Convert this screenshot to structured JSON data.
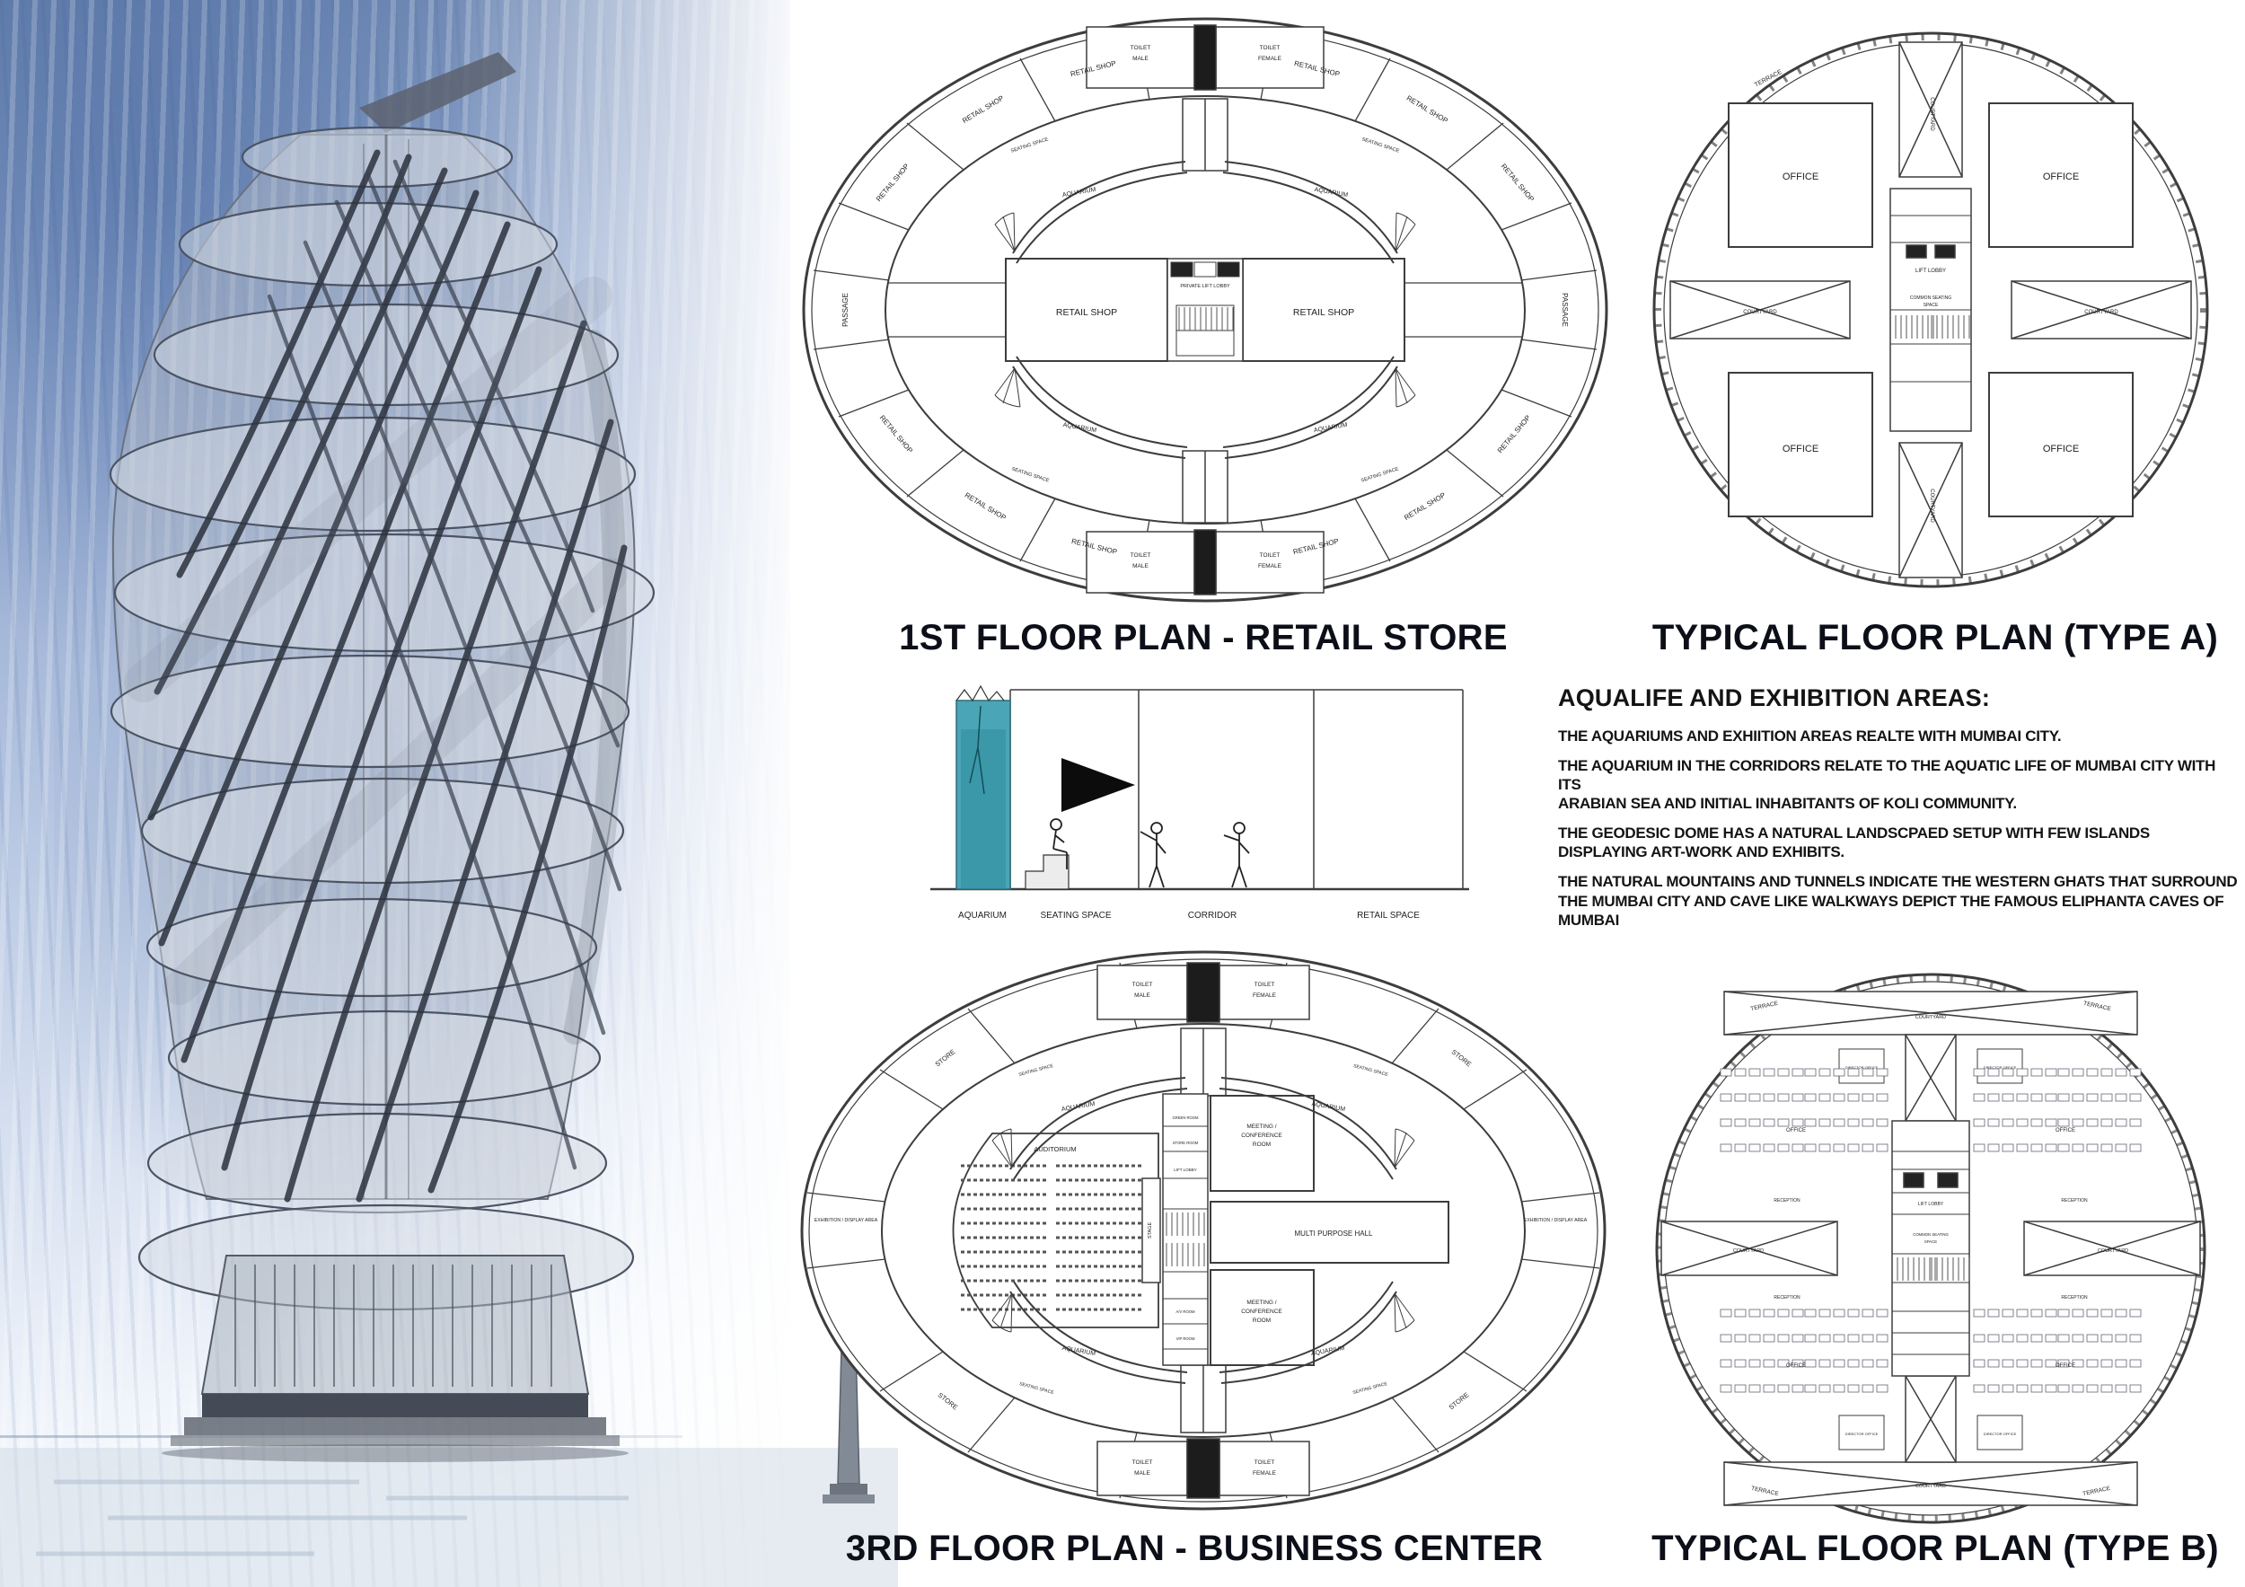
{
  "titles": {
    "plan1": "1ST FLOOR PLAN - RETAIL STORE",
    "type_a": "TYPICAL FLOOR PLAN (TYPE A)",
    "plan3": "3RD FLOOR PLAN - BUSINESS CENTER",
    "type_b": "TYPICAL FLOOR PLAN (TYPE B)"
  },
  "notes": {
    "heading": "AQUALIFE AND EXHIBITION AREAS:",
    "para1": "THE AQUARIUMS AND EXHIITION AREAS REALTE WITH MUMBAI CITY.",
    "para2a": "THE AQUARIUM IN THE CORRIDORS RELATE TO THE AQUATIC LIFE OF MUMBAI CITY WITH ITS",
    "para2b": "ARABIAN SEA AND INITIAL INHABITANTS OF KOLI COMMUNITY.",
    "para3": "THE GEODESIC DOME HAS A NATURAL LANDSCPAED SETUP WITH FEW ISLANDS DISPLAYING ART-WORK AND EXHIBITS.",
    "para4": "THE NATURAL MOUNTAINS AND TUNNELS INDICATE THE WESTERN GHATS THAT SURROUND THE MUMBAI CITY AND CAVE LIKE WALKWAYS DEPICT THE FAMOUS ELIPHANTA CAVES OF MUMBAI"
  },
  "section": {
    "aquarium": "AQUARIUM",
    "seating_space": "SEATING SPACE",
    "corridor": "CORRIDOR",
    "retail_space": "RETAIL SPACE"
  },
  "plan1": {
    "retail_shop": "RETAIL SHOP",
    "passage": "PASSAGE",
    "aquarium": "AQUARIUM",
    "seating_space": "SEATING SPACE",
    "private_lift_lobby": "PRIVATE LIFT LOBBY",
    "toilet": "TOILET",
    "male": "MALE",
    "female": "FEMALE"
  },
  "type_a": {
    "office": "OFFICE",
    "terrace": "TERRACE",
    "courtyard": "COURTYARD",
    "lift_lobby": "LIFT LOBBY",
    "common_seating_1": "COMMON SEATING",
    "common_seating_2": "SPACE"
  },
  "plan3": {
    "store": "STORE",
    "auditorium": "AUDITORIUM",
    "stage": "STAGE",
    "aquarium": "AQUARIUM",
    "seating_space": "SEATING SPACE",
    "meeting_1": "MEETING /",
    "meeting_2": "CONFERENCE",
    "meeting_3": "ROOM",
    "multi_purpose_hall": "MULTI PURPOSE HALL",
    "exhibition_display": "EXHIBITION / DISPLAY AREA",
    "green_room": "GREEN ROOM",
    "store_room": "STORE ROOM",
    "av_room": "A/V ROOM",
    "vip_room": "VIP ROOM",
    "lift_lobby": "LIFT LOBBY",
    "toilet": "TOILET",
    "male": "MALE",
    "female": "FEMALE"
  },
  "type_b": {
    "terrace": "TERRACE",
    "courtyard": "COURTYARD",
    "office": "OFFICE",
    "reception": "RECEPTION",
    "director_office": "DIRECTOR OFFICE",
    "lift_lobby": "LIFT LOBBY",
    "common_seating_1": "COMMON SEATING",
    "common_seating_2": "SPACE"
  }
}
